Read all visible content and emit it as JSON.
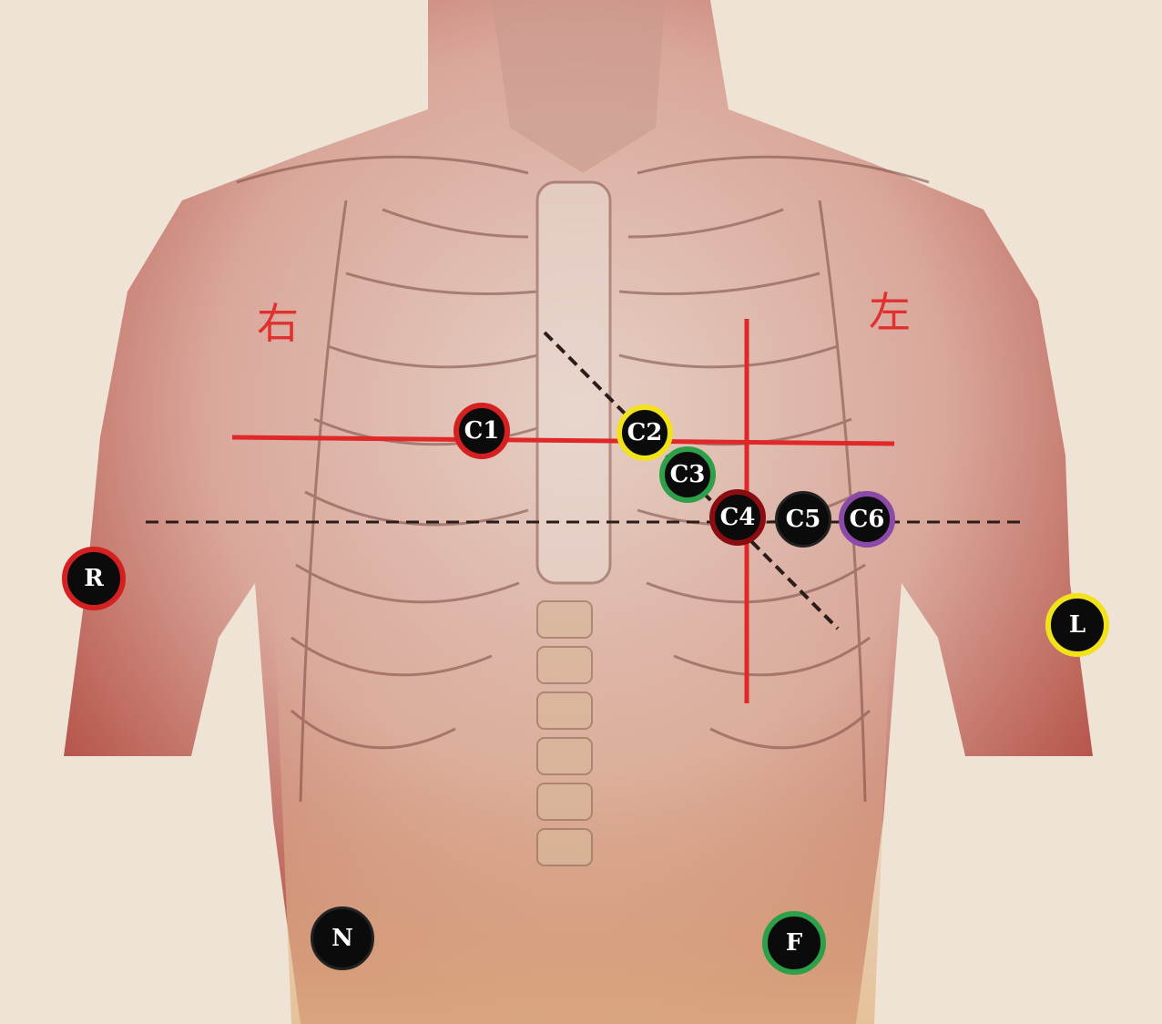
{
  "labels": {
    "right": "右",
    "left": "左"
  },
  "electrodes": [
    {
      "id": "C1",
      "label": "C1",
      "ring": "#d42020"
    },
    {
      "id": "C2",
      "label": "C2",
      "ring": "#f2e21c"
    },
    {
      "id": "C3",
      "label": "C3",
      "ring": "#2fa04a"
    },
    {
      "id": "C4",
      "label": "C4",
      "ring": "#8a0d12"
    },
    {
      "id": "C5",
      "label": "C5",
      "ring": "#0b0b0b"
    },
    {
      "id": "C6",
      "label": "C6",
      "ring": "#8b4aa8"
    },
    {
      "id": "R",
      "label": "R",
      "ring": "#d42020"
    },
    {
      "id": "L",
      "label": "L",
      "ring": "#f2e21c"
    },
    {
      "id": "N",
      "label": "N",
      "ring": "#0b0b0b"
    },
    {
      "id": "F",
      "label": "F",
      "ring": "#2fa04a"
    }
  ],
  "colors": {
    "guide_line": "#e02828",
    "dashed_line": "#2a1c18",
    "skin": "#efe3d6"
  }
}
